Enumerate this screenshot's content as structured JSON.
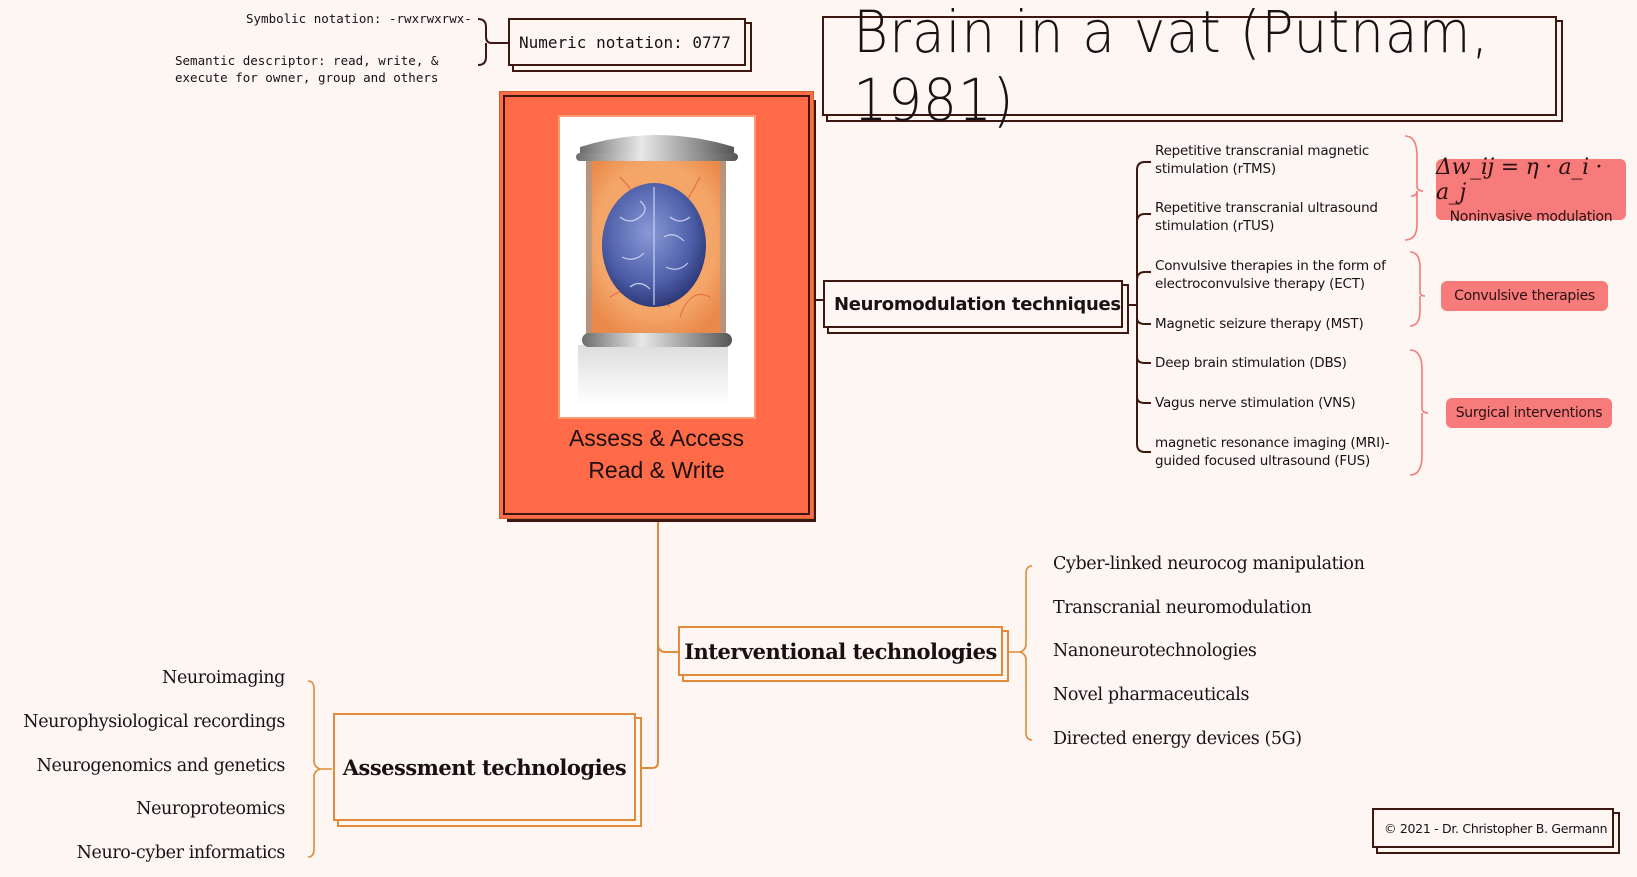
{
  "permissions": {
    "symbolic": "Symbolic notation: -rwxrwxrwx-",
    "semantic": "Semantic descriptor: read, write, & execute for owner, group and others",
    "numeric": "Numeric notation: 0777"
  },
  "title": "Brain in a vat (Putnam, 1981)",
  "central": {
    "image": "brain-in-jar-image",
    "line1": "Assess & Access",
    "line2": "Read & Write"
  },
  "neuromodulation": {
    "label": "Neuromodulation techniques",
    "items": [
      "Repetitive transcranial magnetic stimulation (rTMS)",
      "Repetitive transcranial ultrasound stimulation (rTUS)",
      "Convulsive therapies in the form of electroconvulsive therapy (ECT)",
      "Magnetic seizure therapy (MST)",
      "Deep brain stimulation (DBS)",
      "Vagus nerve stimulation (VNS)",
      "magnetic resonance imaging (MRI)-guided focused ultrasound (FUS)"
    ],
    "groups": [
      {
        "formula": "Δw_ij = η · a_i · a_j",
        "label": "Noninvasive modulation"
      },
      {
        "label": "Convulsive therapies"
      },
      {
        "label": "Surgical interventions"
      }
    ]
  },
  "interventional": {
    "label": "Interventional technologies",
    "items": [
      "Cyber-linked neurocog manipulation",
      "Transcranial neuromodulation",
      "Nanoneurotechnologies",
      "Novel pharmaceuticals",
      "Directed energy devices (5G)"
    ]
  },
  "assessment": {
    "label": "Assessment technologies",
    "items": [
      "Neuroimaging",
      "Neurophysiological recordings",
      "Neurogenomics and genetics",
      "Neuroproteomics",
      "Neuro-cyber informatics"
    ]
  },
  "copyright": "© 2021 - Dr. Christopher B. Germann",
  "colors": {
    "background": "#fdf6f3",
    "dark_border": "#3d1710",
    "central_fill": "#ff6a48",
    "orange_line": "#e08a3a",
    "pill_fill": "#f77b7b",
    "pink_bracket": "#f07c7c"
  }
}
